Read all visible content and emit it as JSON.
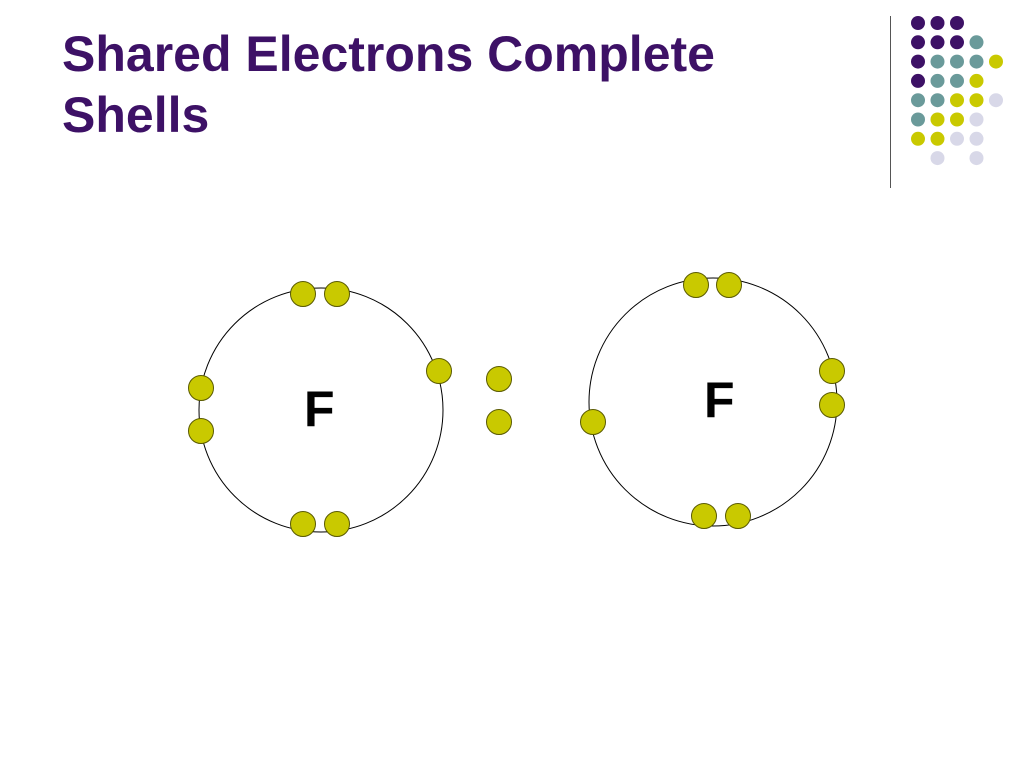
{
  "slide": {
    "title_line1": "Shared Electrons Complete",
    "title_line2": "Shells"
  },
  "atoms": [
    {
      "symbol": "F"
    },
    {
      "symbol": "F"
    }
  ],
  "colors": {
    "title": "#3d1166",
    "electron_fill": "#c9c900",
    "electron_stroke": "#5a5a00",
    "shell_stroke": "#000000",
    "dot_purple": "#3d1166",
    "dot_teal": "#6a9a9a",
    "dot_yellow": "#c9c900",
    "dot_lavender": "#d8d8e8"
  },
  "decor": {
    "dot_grid": [
      [
        null,
        "purple",
        "purple",
        "purple",
        null,
        null
      ],
      [
        null,
        "purple",
        "purple",
        "purple",
        "teal",
        null
      ],
      [
        null,
        "purple",
        "teal",
        "teal",
        "teal",
        "yellow"
      ],
      [
        null,
        "purple",
        "teal",
        "teal",
        "yellow",
        null
      ],
      [
        null,
        "teal",
        "teal",
        "yellow",
        "yellow",
        "lavender"
      ],
      [
        null,
        "teal",
        "yellow",
        "yellow",
        "lavender",
        null
      ],
      [
        null,
        "yellow",
        "yellow",
        "lavender",
        "lavender",
        null
      ],
      [
        null,
        null,
        "lavender",
        null,
        "lavender",
        null
      ]
    ]
  }
}
